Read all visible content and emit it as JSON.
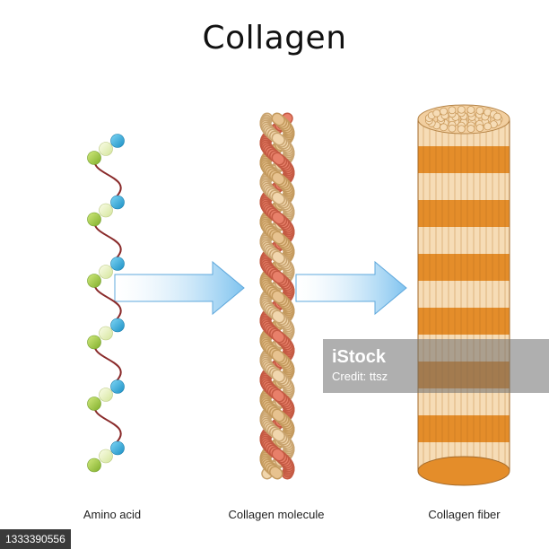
{
  "title": "Collagen",
  "labels": {
    "amino_acid": "Amino acid",
    "molecule": "Collagen molecule",
    "fiber": "Collagen fiber"
  },
  "watermark": {
    "logo": "iStock",
    "credit": "Credit: ttsz"
  },
  "image_id": "1333390556",
  "colors": {
    "bead_green": "#9cc63b",
    "bead_light": "#e4efb0",
    "bead_blue": "#2aa5d8",
    "chain": "#8a2b2b",
    "strand_tan": "#e7c28f",
    "strand_salmon": "#e8806a",
    "fiber_orange": "#e48d2a",
    "fiber_cream": "#f6dcb6",
    "arrow": "#a9d7f5"
  }
}
